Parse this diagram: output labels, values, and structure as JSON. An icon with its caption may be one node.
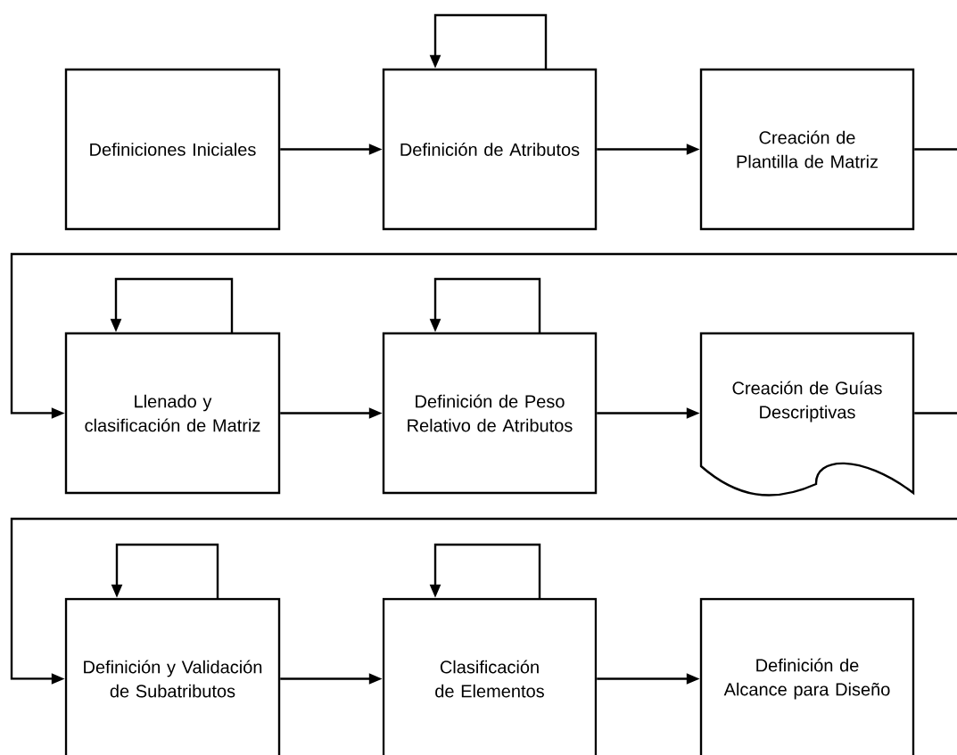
{
  "diagram": {
    "nodes": [
      {
        "text": [
          "Definiciones Iniciales"
        ]
      },
      {
        "text": [
          "Definición de Atributos"
        ]
      },
      {
        "text": [
          "Creación de Plantilla de Matriz"
        ]
      },
      {
        "text": [
          "Llenado y clasificación de Matriz"
        ]
      },
      {
        "text": [
          "Definición de Peso Relativo de Atributos"
        ]
      },
      {
        "text": [
          "Creación de Guías Descriptivas"
        ]
      },
      {
        "text": [
          "Definición y Validación de Subatributos"
        ]
      },
      {
        "text": [
          "Clasificación de Elementos"
        ]
      },
      {
        "text": [
          "Definición de Alcance para Diseño"
        ]
      }
    ],
    "edges": [
      {
        "from": 0,
        "to": 1,
        "arrow": "to"
      },
      {
        "from": 1,
        "to": 1,
        "arrow": "to"
      },
      {
        "from": 1,
        "to": 2,
        "arrow": "to"
      },
      {
        "from": 2,
        "to": 3,
        "arrow": "to"
      },
      {
        "from": 3,
        "to": 3,
        "arrow": "to"
      },
      {
        "from": 3,
        "to": 4,
        "arrow": "to"
      },
      {
        "from": 4,
        "to": 4,
        "arrow": "to"
      },
      {
        "from": 4,
        "to": 5,
        "arrow": "to"
      },
      {
        "from": 5,
        "to": 6,
        "arrow": "to"
      },
      {
        "from": 6,
        "to": 6,
        "arrow": "to"
      },
      {
        "from": 6,
        "to": 7,
        "arrow": "to"
      },
      {
        "from": 7,
        "to": 7,
        "arrow": "to"
      },
      {
        "from": 7,
        "to": 8,
        "arrow": "to"
      }
    ]
  }
}
